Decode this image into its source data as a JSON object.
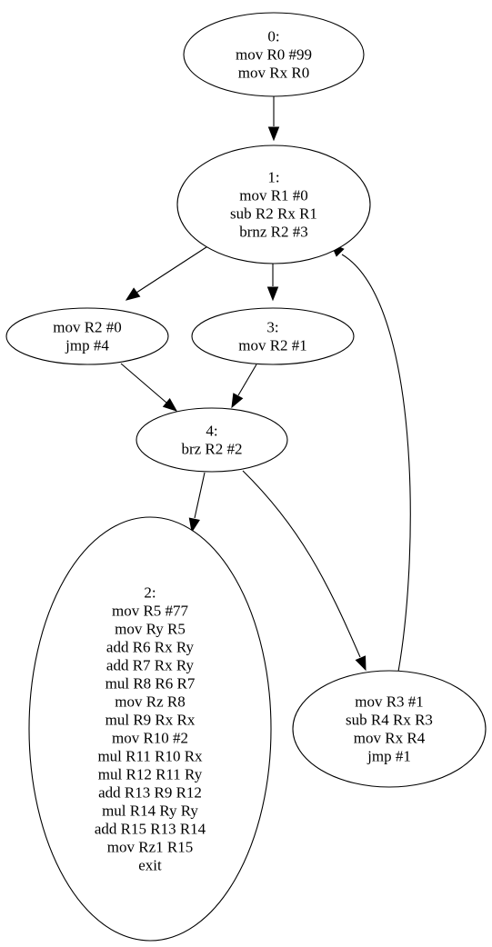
{
  "graph": {
    "nodes": [
      {
        "id": "n0",
        "lines": [
          "0:",
          "mov R0 #99",
          "mov Rx R0"
        ]
      },
      {
        "id": "n1",
        "lines": [
          "1:",
          "mov R1 #0",
          "sub R2 Rx R1",
          "brnz R2 #3"
        ]
      },
      {
        "id": "n_left",
        "lines": [
          "mov R2 #0",
          "jmp #4"
        ]
      },
      {
        "id": "n3",
        "lines": [
          "3:",
          "mov R2 #1"
        ]
      },
      {
        "id": "n4",
        "lines": [
          "4:",
          "brz R2 #2"
        ]
      },
      {
        "id": "n2",
        "lines": [
          "2:",
          "mov R5 #77",
          "mov Ry R5",
          "add R6 Rx Ry",
          "add R7 Rx Ry",
          "mul R8 R6 R7",
          "mov Rz R8",
          "mul R9 Rx Rx",
          "mov R10 #2",
          "mul R11 R10 Rx",
          "mul R12 R11 Ry",
          "add R13 R9 R12",
          "mul R14 Ry Ry",
          "add R15 R13 R14",
          "mov Rz1 R15",
          "exit"
        ]
      },
      {
        "id": "n_loop",
        "lines": [
          "mov R3 #1",
          "sub R4 Rx R3",
          "mov Rx R4",
          "jmp #1"
        ]
      }
    ],
    "edges": [
      {
        "from": "n0",
        "to": "n1"
      },
      {
        "from": "n1",
        "to": "n_left"
      },
      {
        "from": "n1",
        "to": "n3"
      },
      {
        "from": "n_left",
        "to": "n4"
      },
      {
        "from": "n3",
        "to": "n4"
      },
      {
        "from": "n4",
        "to": "n2"
      },
      {
        "from": "n4",
        "to": "n_loop"
      },
      {
        "from": "n_loop",
        "to": "n1"
      }
    ]
  }
}
